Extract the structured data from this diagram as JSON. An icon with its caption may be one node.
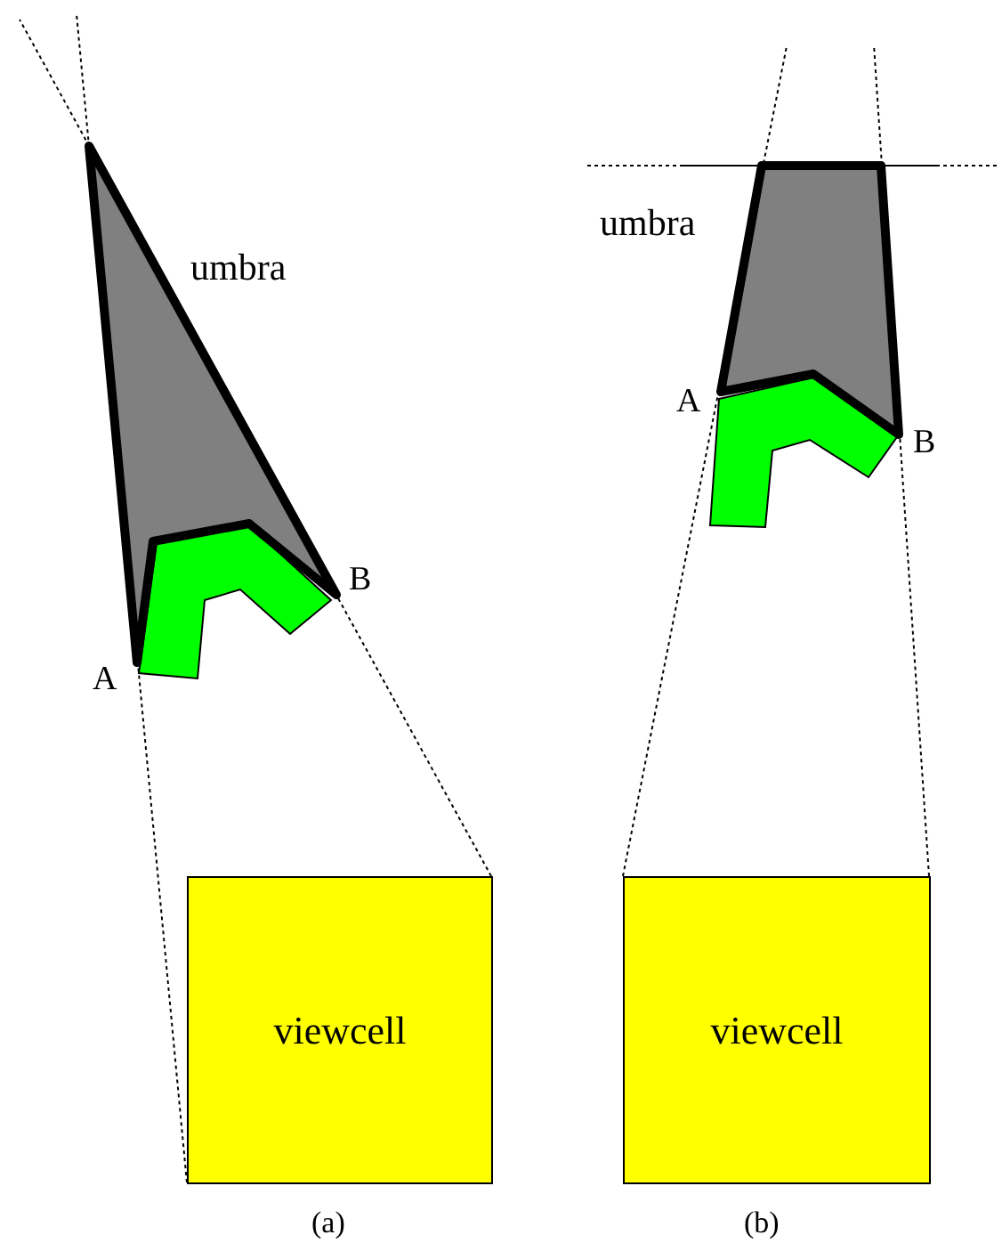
{
  "diagram": {
    "nodes": [
      {
        "text": [
          "viewcell"
        ]
      },
      {
        "text": [
          "viewcell"
        ]
      }
    ],
    "labels": [
      "umbra",
      "A",
      "B",
      "umbra",
      "A",
      "B",
      "(a)",
      "(b)"
    ]
  }
}
